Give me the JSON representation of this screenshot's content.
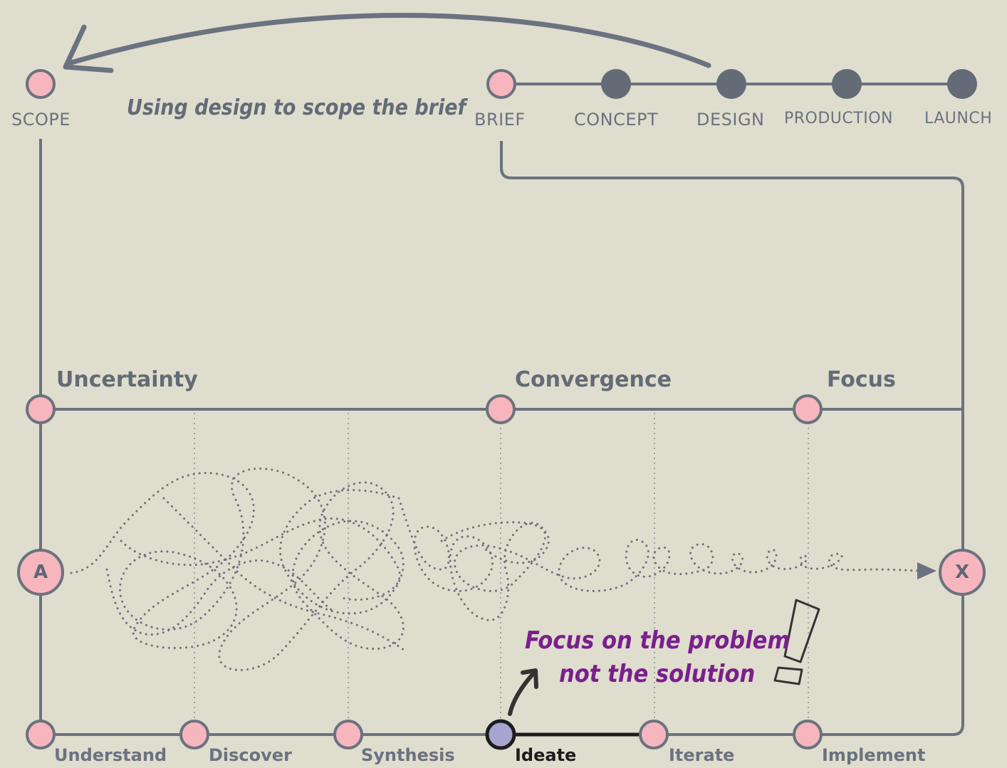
{
  "colors": {
    "background": "#dfddcd",
    "line": "#6b7280",
    "node_pink": "#f7b6bd",
    "node_dark": "#636b77",
    "node_active": "#a8a4cf",
    "active_line": "#1c1c1c",
    "note_purple": "#7a1f8e"
  },
  "top": {
    "scope_label": "SCOPE",
    "annotation": "Using design to scope the brief",
    "stages": [
      "BRIEF",
      "CONCEPT",
      "DESIGN",
      "PRODUCTION",
      "LAUNCH"
    ]
  },
  "phases": [
    "Uncertainty",
    "Convergence",
    "Focus"
  ],
  "endpoints": {
    "start": "A",
    "end": "X"
  },
  "steps": [
    "Understand",
    "Discover",
    "Synthesis",
    "Ideate",
    "Iterate",
    "Implement"
  ],
  "active_step": "Ideate",
  "callout": {
    "line1": "Focus on the problem",
    "line2": "not the solution",
    "mark": "!"
  },
  "icons": [
    "curved-arrow-icon",
    "up-arrow-icon",
    "exclamation-icon"
  ]
}
